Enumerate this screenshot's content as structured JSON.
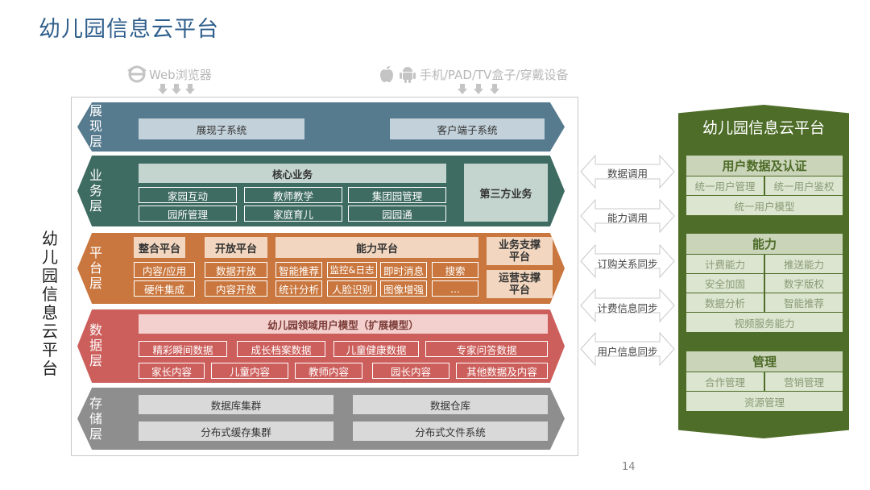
{
  "title": "幼儿园信息云平台",
  "vertical_title": "幼儿园信息云平台",
  "page_number": "14",
  "clients": {
    "web": "Web浏览器",
    "mobile": "手机/PAD/TV盒子/穿戴设备"
  },
  "layers": {
    "presentation": {
      "name": "展现层",
      "items": [
        "展现子系统",
        "客户端子系统"
      ],
      "color": "#567a8e"
    },
    "business": {
      "name": "业务层",
      "core": "核心业务",
      "items": [
        "家园互动",
        "教师教学",
        "集团园管理",
        "园所管理",
        "家庭育儿",
        "园园通"
      ],
      "third_party": "第三方业务",
      "color": "#3e6b62"
    },
    "platform": {
      "name": "平台层",
      "integration": {
        "title": "整合平台",
        "items": [
          "内容/应用",
          "硬件集成"
        ]
      },
      "open": {
        "title": "开放平台",
        "items": [
          "数据开放",
          "内容开放"
        ]
      },
      "capability": {
        "title": "能力平台",
        "items": [
          "智能推荐",
          "监控&日志",
          "即时消息",
          "搜索",
          "统计分析",
          "人脸识别",
          "图像增强",
          "..."
        ]
      },
      "business_support": "业务支撑平台",
      "operation_support": "运营支撑平台",
      "color": "#c9773e"
    },
    "data": {
      "name": "数据层",
      "model": "幼儿园领域用户模型（扩展模型）",
      "row1": [
        "精彩瞬间数据",
        "成长档案数据",
        "儿童健康数据",
        "专家问答数据"
      ],
      "row2": [
        "家长内容",
        "儿童内容",
        "教师内容",
        "园长内容",
        "其他数据及内容"
      ],
      "color": "#cc5f5c"
    },
    "storage": {
      "name": "存储层",
      "items": [
        "数据库集群",
        "数据仓库",
        "分布式缓存集群",
        "分布式文件系统"
      ],
      "color": "#8e8e8e"
    }
  },
  "sync_arrows": [
    "数据调用",
    "能力调用",
    "订购关系同步",
    "计费信息同步",
    "用户信息同步"
  ],
  "right_panel": {
    "title": "幼儿园信息云平台",
    "color": "#4e6d28",
    "sections": [
      {
        "title": "用户数据及认证",
        "items": [
          "统一用户管理",
          "统一用户鉴权",
          "统一用户模型"
        ]
      },
      {
        "title": "能力",
        "items": [
          "计费能力",
          "推送能力",
          "安全加固",
          "数字版权",
          "数据分析",
          "智能推荐",
          "视频服务能力"
        ]
      },
      {
        "title": "管理",
        "items": [
          "合作管理",
          "营销管理",
          "资源管理"
        ]
      }
    ]
  }
}
